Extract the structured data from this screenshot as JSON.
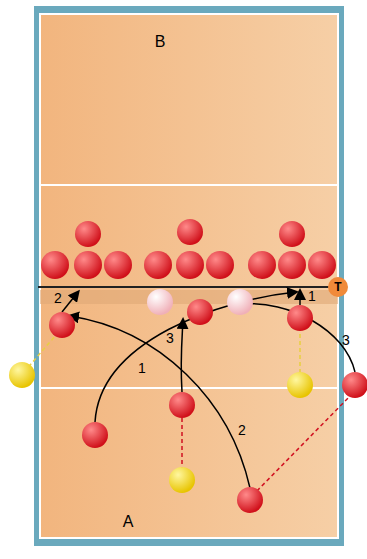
{
  "diagram": {
    "nodes": [
      {
        "text": [
          "T"
        ]
      }
    ],
    "labels": [
      "B",
      "2",
      "3",
      "1",
      "1",
      "3",
      "2",
      "A"
    ]
  }
}
